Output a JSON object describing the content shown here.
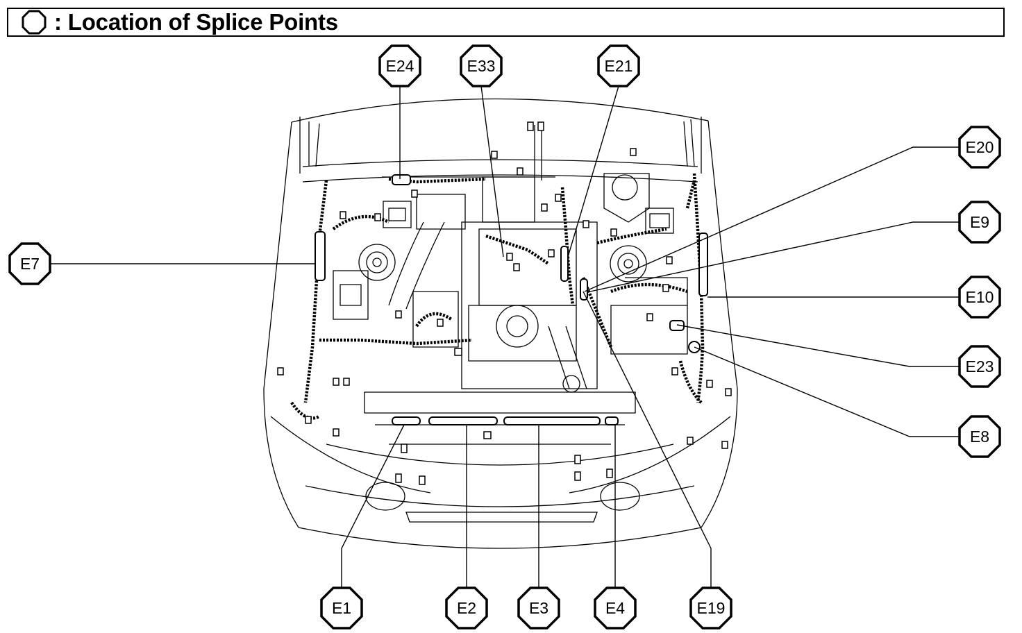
{
  "header": {
    "title": ": Location of Splice Points",
    "icon": "octagon-outline-icon"
  },
  "splice_points": [
    {
      "id": "e24",
      "label": "E24"
    },
    {
      "id": "e33",
      "label": "E33"
    },
    {
      "id": "e21",
      "label": "E21"
    },
    {
      "id": "e20",
      "label": "E20"
    },
    {
      "id": "e9",
      "label": "E9"
    },
    {
      "id": "e7",
      "label": "E7"
    },
    {
      "id": "e10",
      "label": "E10"
    },
    {
      "id": "e23",
      "label": "E23"
    },
    {
      "id": "e8",
      "label": "E8"
    },
    {
      "id": "e1",
      "label": "E1"
    },
    {
      "id": "e2",
      "label": "E2"
    },
    {
      "id": "e3",
      "label": "E3"
    },
    {
      "id": "e4",
      "label": "E4"
    },
    {
      "id": "e19",
      "label": "E19"
    }
  ]
}
